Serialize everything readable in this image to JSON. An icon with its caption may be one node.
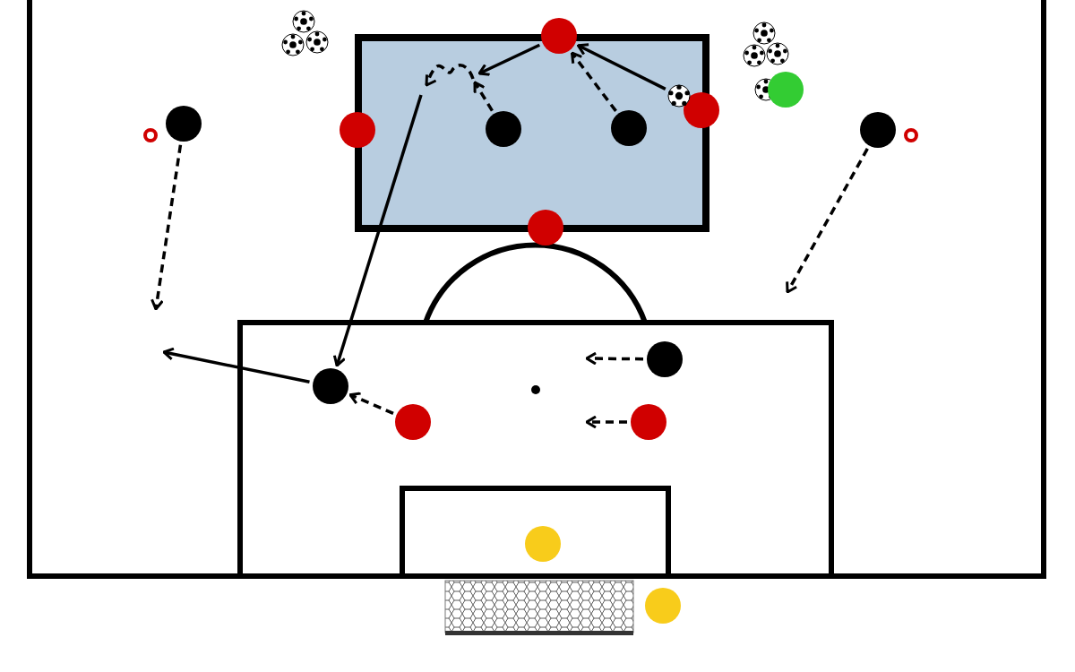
{
  "diagram": {
    "nodes": [
      {
        "text": [],
        "shape": "circle"
      },
      {
        "text": [],
        "shape": "circle"
      },
      {
        "text": [],
        "shape": "circle"
      },
      {
        "text": [],
        "shape": "circle"
      },
      {
        "text": [],
        "shape": "circle"
      },
      {
        "text": [],
        "shape": "circle"
      },
      {
        "text": [],
        "shape": "circle"
      },
      {
        "text": [],
        "shape": "circle"
      },
      {
        "text": [],
        "shape": "circle"
      },
      {
        "text": [],
        "shape": "circle"
      },
      {
        "text": [],
        "shape": "circle"
      },
      {
        "text": [],
        "shape": "circle"
      },
      {
        "text": [],
        "shape": "circle"
      },
      {
        "text": [],
        "shape": "circle"
      },
      {
        "text": [],
        "shape": "circle"
      },
      {
        "text": [],
        "shape": "ball"
      }
    ],
    "edges": [
      {
        "from": 0,
        "to": null,
        "arrow": "to",
        "style": "dashed"
      },
      {
        "from": 1,
        "to": null,
        "arrow": "to",
        "style": "dashed"
      },
      {
        "from": 15,
        "to": 2,
        "arrow": "to"
      },
      {
        "from": 2,
        "to": null,
        "arrow": "to"
      },
      {
        "from": 4,
        "to": null,
        "arrow": "to",
        "style": "dashed"
      },
      {
        "from": 5,
        "to": 2,
        "arrow": "to",
        "style": "dashed"
      },
      {
        "from": null,
        "to": 8,
        "arrow": "to"
      },
      {
        "from": 8,
        "to": null,
        "arrow": "to"
      },
      {
        "from": 9,
        "to": 8,
        "arrow": "to",
        "style": "dashed"
      },
      {
        "from": 10,
        "to": null,
        "arrow": "to",
        "style": "dashed"
      },
      {
        "from": 11,
        "to": null,
        "arrow": "to",
        "style": "dashed"
      }
    ]
  }
}
